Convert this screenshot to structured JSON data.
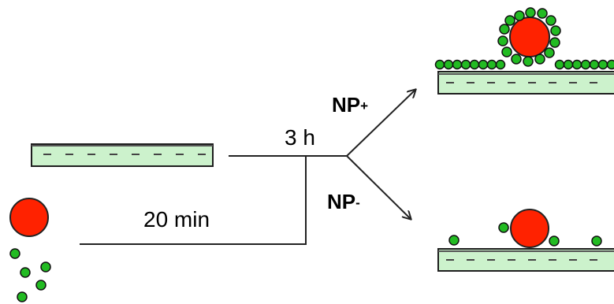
{
  "labels": {
    "time_short": "20 min",
    "time_long": "3 h",
    "branch_positive": "NP",
    "branch_positive_sign": "+",
    "branch_negative": "NP",
    "branch_negative_sign": "-"
  },
  "colors": {
    "substrate_fill": "#ccf2cc",
    "substrate_stroke": "#1e1e1e",
    "large_particle": "#ff2200",
    "small_particle": "#22bb22",
    "line": "#222222"
  }
}
